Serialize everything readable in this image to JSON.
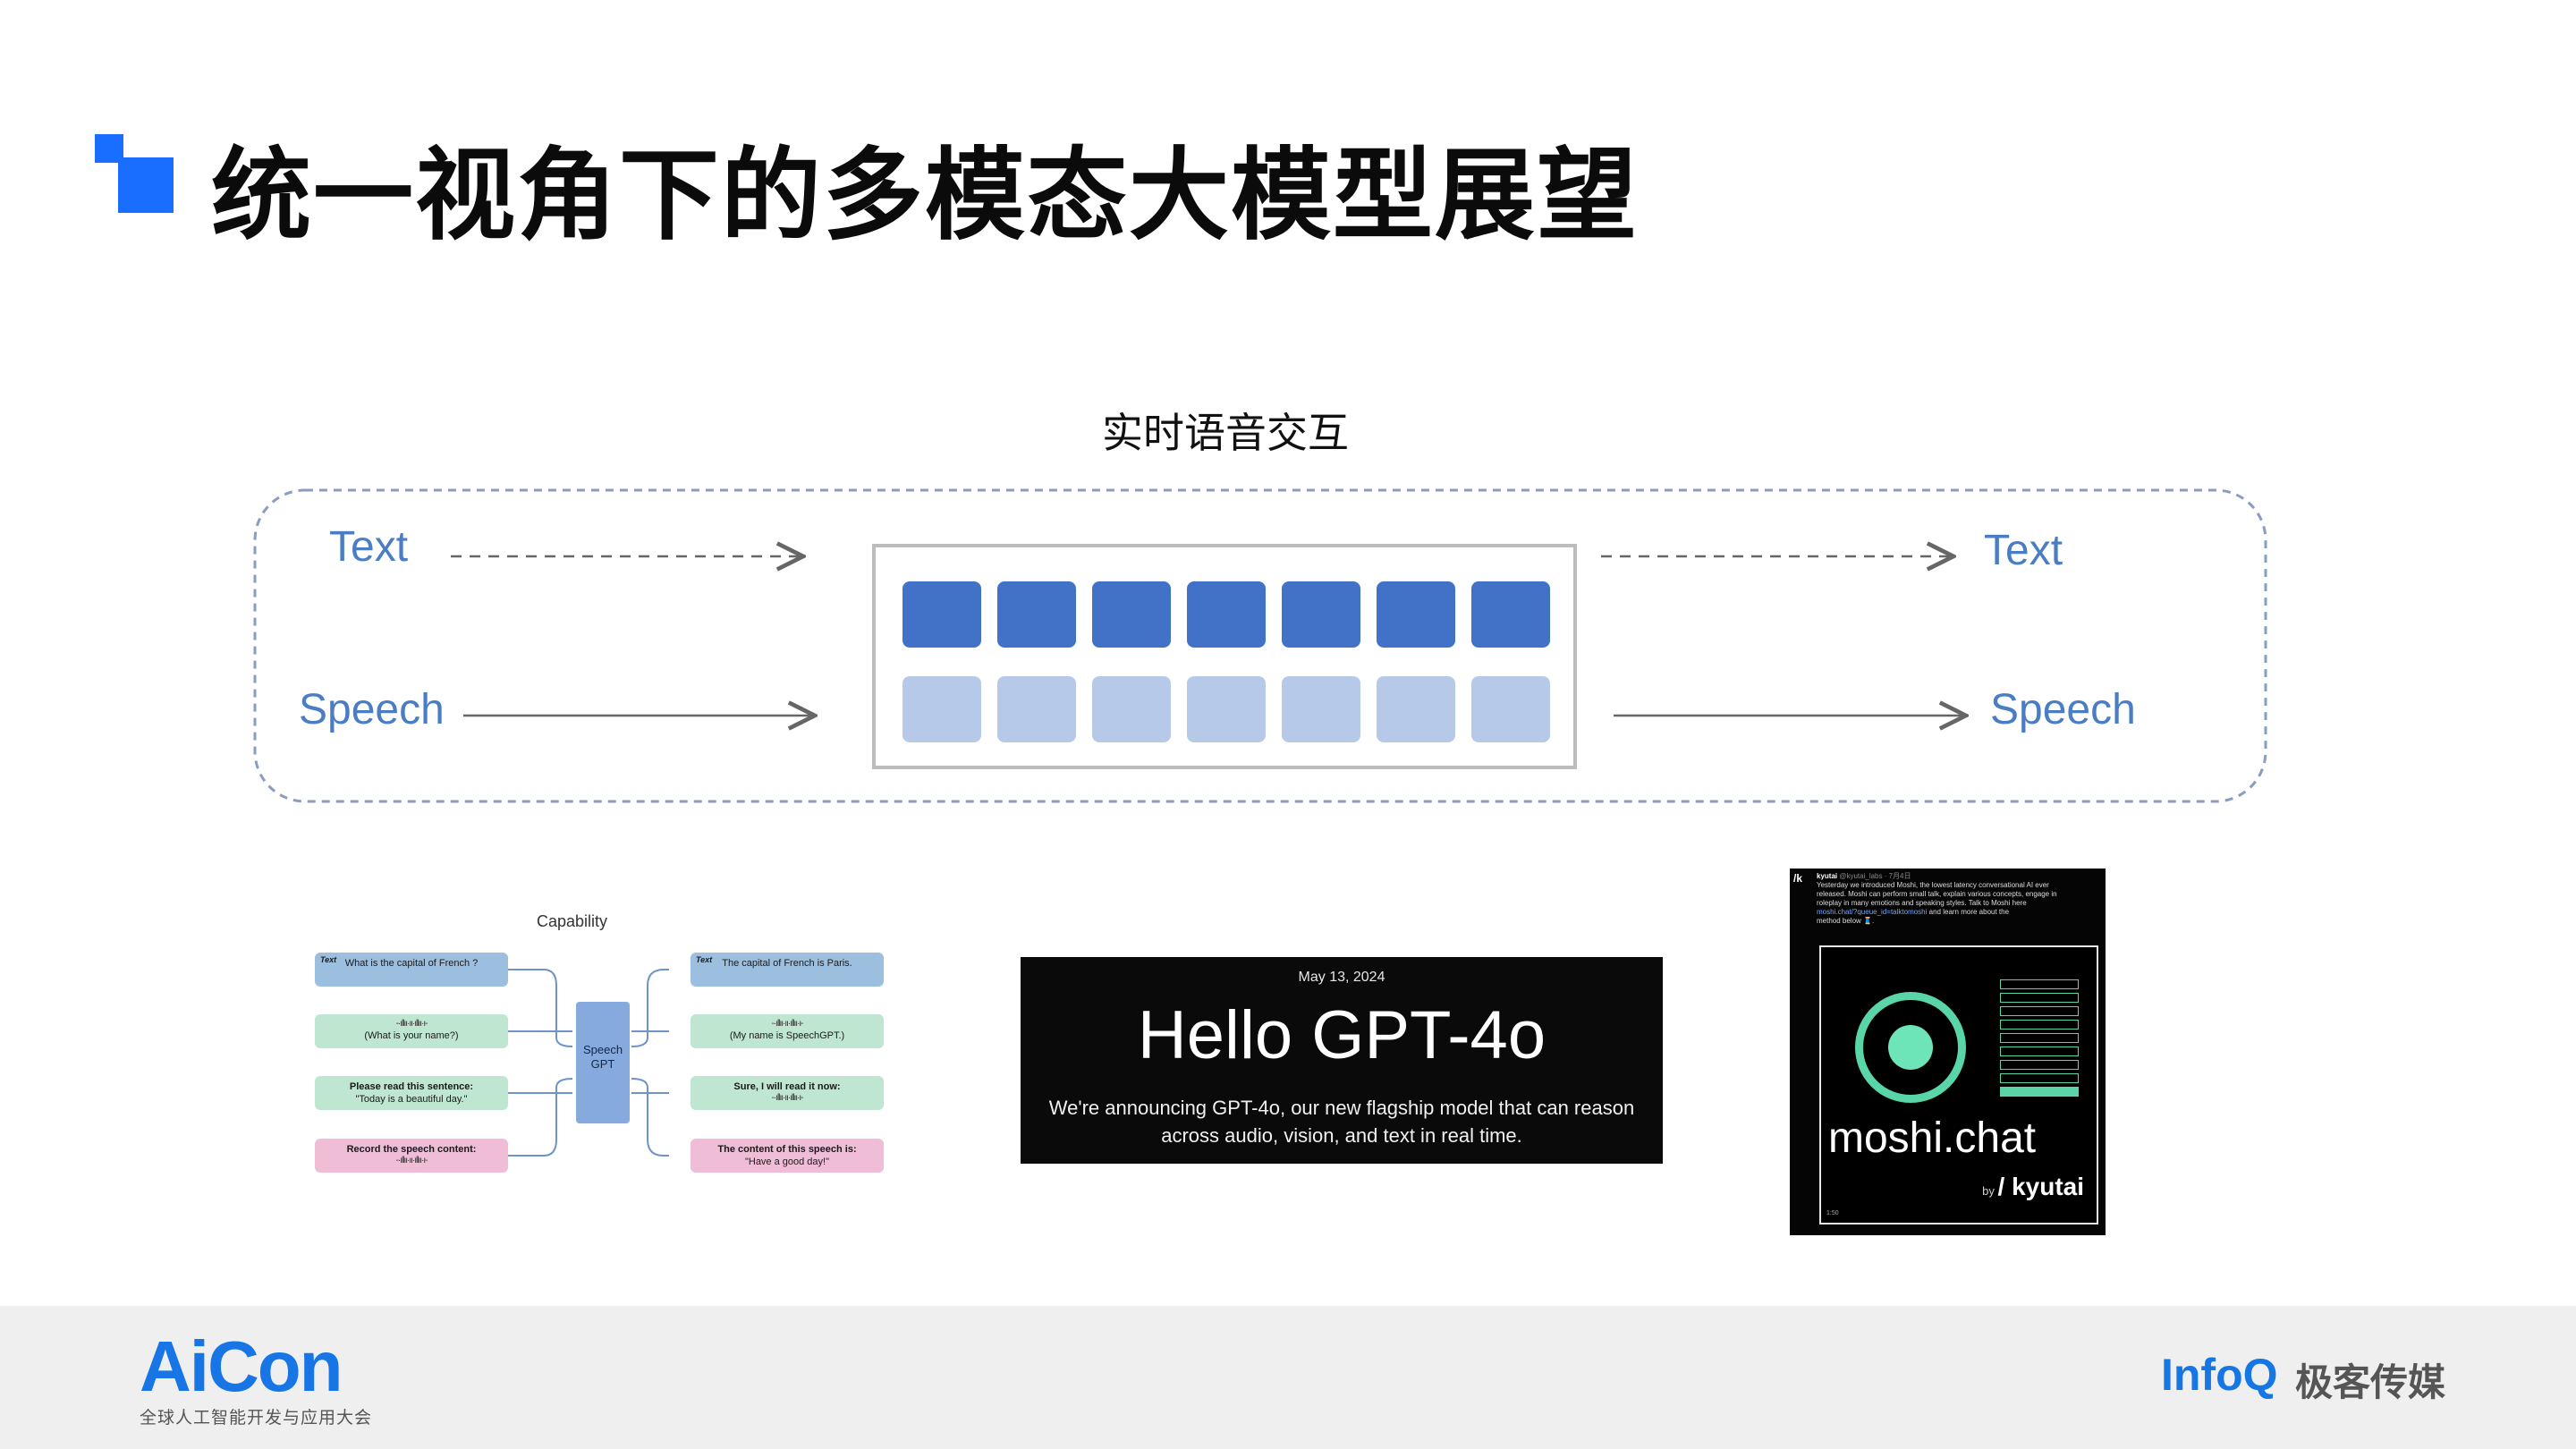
{
  "title": "统一视角下的多模态大模型展望",
  "diagram": {
    "caption": "实时语音交互",
    "input_text_label": "Text",
    "input_speech_label": "Speech",
    "output_text_label": "Text",
    "output_speech_label": "Speech",
    "colors": {
      "text_token": "#4271c8",
      "speech_token": "#b7c9e8",
      "label": "#4a7dc4"
    }
  },
  "capability": {
    "title": "Capability",
    "model_label_1": "Speech",
    "model_label_2": "GPT",
    "inputs": [
      {
        "tag": "Text",
        "text": "What is the capital of French ?"
      },
      {
        "text": "(What is your name?)"
      },
      {
        "bold": "Please read this sentence:",
        "text": "\"Today is a beautiful day.\""
      },
      {
        "bold": "Record the speech content:"
      }
    ],
    "outputs": [
      {
        "tag": "Text",
        "text": "The capital of French is Paris."
      },
      {
        "text": "(My name is SpeechGPT.)"
      },
      {
        "bold": "Sure, I will read it now:"
      },
      {
        "bold": "The content of this speech is:",
        "text": "\"Have a good day!\""
      }
    ],
    "wave": "-·ıllıı·ıı·ıllıı·ı-"
  },
  "gpt4o": {
    "date": "May 13, 2024",
    "title": "Hello GPT-4o",
    "description_line1": "We're announcing GPT-4o, our new flagship model that can reason",
    "description_line2": "across audio, vision, and text in real time."
  },
  "moshi": {
    "k": "/k",
    "user": "kyutai",
    "handle": "@kyutai_labs · 7月4日",
    "tweet_1": "Yesterday we introduced Moshi, the lowest latency conversational AI ever",
    "tweet_2": "released. Moshi can perform small talk, explain various concepts, engage in",
    "tweet_3": "roleplay in many emotions and speaking styles. Talk to Moshi here",
    "tweet_link": "moshi.chat/?queue_id=talktomoshi",
    "tweet_4": " and learn more about the",
    "tweet_5": "method below 🧵.",
    "name": "moshi.chat",
    "by": "by",
    "brand": "/ kyutai",
    "time": "1:50",
    "accent": "#59d5a8"
  },
  "footer": {
    "aicon": "AiCon",
    "aicon_sub": "全球人工智能开发与应用大会",
    "infoq": "InfoQ",
    "infoq_cn": "极客传媒"
  }
}
